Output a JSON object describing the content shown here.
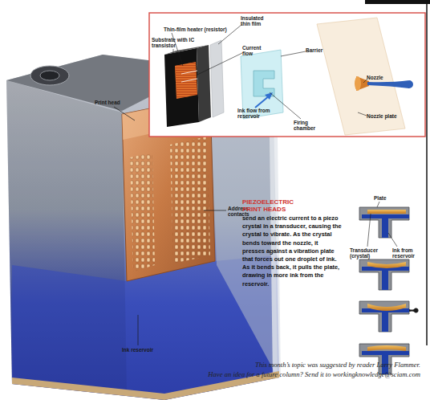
{
  "diagram": {
    "labels": [
      "Thin-film heater (resistor)",
      "Insulated thin film",
      "Substrate with IC transistor",
      "Current flow",
      "Barrier",
      "Nozzle",
      "Nozzle plate",
      "Ink flow from reservoir",
      "Firing chamber",
      "Print head",
      "Address contacts",
      "Ink reservoir",
      "PIEZOELECTRIC PRINT HEADS",
      "send an electric current to a piezo crystal in a transducer, causing the crystal to vibrate. As the crystal bends toward the nozzle, it presses against a vibration plate that forces out one droplet of ink. As it bends back, it pulls the plate, drawing in more ink from the reservoir.",
      "Plate",
      "Transducer (crystal)",
      "Ink from reservoir",
      "This month’s topic was suggested by reader Larry Flammer.",
      "Have an idea for a future column? Send it to workingknowledge@sciam.com"
    ]
  }
}
